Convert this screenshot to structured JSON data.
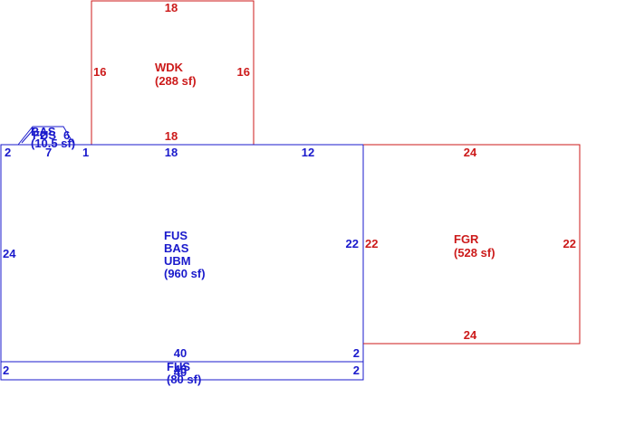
{
  "colors": {
    "main": "#1a1acc",
    "garage": "#cc1a1a"
  },
  "wdk": {
    "code": "WDK",
    "area": "(288 sf)",
    "dim_top": "18",
    "dim_bottom": "18",
    "dim_left": "16",
    "dim_right": "16"
  },
  "main": {
    "code1": "FUS",
    "code2": "BAS",
    "code3": "UBM",
    "area": "(960 sf)",
    "dim_top": "18",
    "dim_top_right": "12",
    "dim_left": "24",
    "dim_right": "22",
    "dim_right_bottom": "2",
    "dim_bottom": "40"
  },
  "bay": {
    "code_a": "BAS",
    "code_b": "FUS",
    "area": "(10.5 sf)",
    "dim_a": "6",
    "dim_b": "2",
    "dim_left": "2",
    "dim_base": "7",
    "dim_right": "1"
  },
  "fgr": {
    "code": "FGR",
    "area": "(528 sf)",
    "dim_top": "24",
    "dim_bottom": "24",
    "dim_left": "22",
    "dim_right": "22"
  },
  "strip": {
    "code": "FUS",
    "area": "(80 sf)",
    "dim_top": "40",
    "dim_bottom": "40",
    "dim_left": "2",
    "dim_right": "2"
  }
}
